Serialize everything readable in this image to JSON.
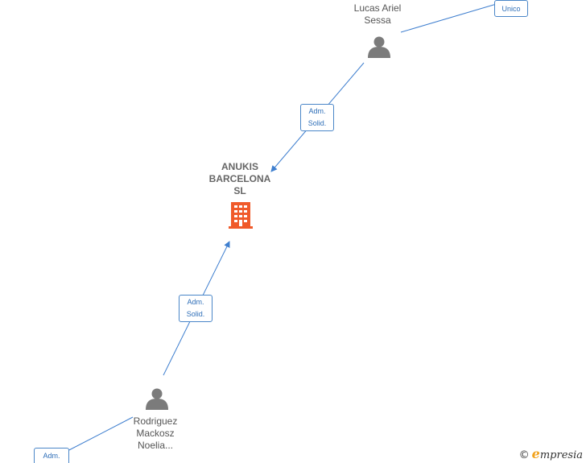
{
  "nodes": {
    "person_top": {
      "label_line1": "Lucas Ariel",
      "label_line2": "Sessa"
    },
    "company": {
      "label_line1": "ANUKIS",
      "label_line2": "BARCELONA",
      "label_line3": "SL"
    },
    "person_bottom": {
      "label_line1": "Rodriguez",
      "label_line2": "Mackosz",
      "label_line3": "Noelia..."
    }
  },
  "edges": {
    "unico": {
      "label_line1": "Unico"
    },
    "top_to_company": {
      "label_line1": "Adm.",
      "label_line2": "Solid."
    },
    "bottom_to_company": {
      "label_line1": "Adm.",
      "label_line2": "Solid."
    },
    "bottom_left": {
      "label_line1": "Adm."
    }
  },
  "watermark": {
    "copyright": "©",
    "brand_initial": "e",
    "brand_rest": "mpresia"
  },
  "colors": {
    "edge": "#3f7fcf",
    "person_icon": "#7b7b7b",
    "company_icon": "#f05a2a",
    "brand_accent": "#f2a21b"
  },
  "icons": {
    "person": "person-icon",
    "company": "building-icon"
  }
}
